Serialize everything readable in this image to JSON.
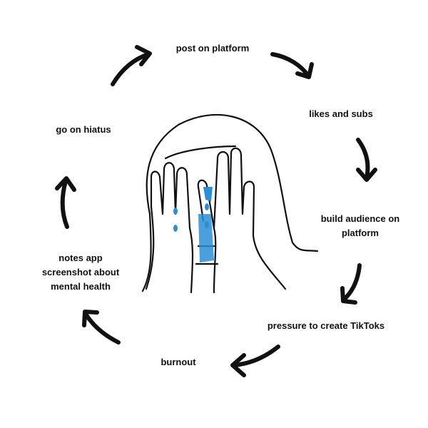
{
  "cycle": {
    "steps": [
      {
        "label": "post on platform"
      },
      {
        "label": "likes and subs"
      },
      {
        "label_lines": [
          "build audience on",
          "platform"
        ]
      },
      {
        "label": "pressure to create TikToks"
      },
      {
        "label": "burnout"
      },
      {
        "label_lines": [
          "notes app",
          "screenshot about",
          "mental health"
        ]
      },
      {
        "label": "go on hiatus"
      }
    ]
  },
  "colors": {
    "ink": "#111111",
    "tears": "#2a8fd6"
  }
}
